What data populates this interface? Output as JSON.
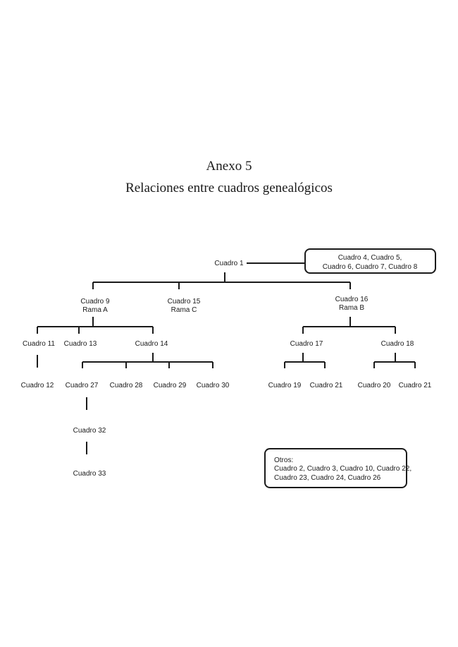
{
  "title": "Anexo 5",
  "subtitle": "Relaciones entre cuadros genealógicos",
  "nodes": {
    "c1": "Cuadro 1",
    "c9": [
      "Cuadro 9",
      "Rama A"
    ],
    "c15": [
      "Cuadro 15",
      "Rama C"
    ],
    "c16": [
      "Cuadro 16",
      "Rama B"
    ],
    "c11": "Cuadro 11",
    "c13": "Cuadro 13",
    "c14": "Cuadro 14",
    "c17": "Cuadro 17",
    "c18": "Cuadro 18",
    "c12": "Cuadro 12",
    "c27": "Cuadro 27",
    "c28": "Cuadro 28",
    "c29": "Cuadro 29",
    "c30": "Cuadro 30",
    "c19": "Cuadro 19",
    "c21a": "Cuadro 21",
    "c20": "Cuadro 20",
    "c21b": "Cuadro 21",
    "c32": "Cuadro 32",
    "c33": "Cuadro 33"
  },
  "related_box": [
    "Cuadro 4, Cuadro 5,",
    "Cuadro 6, Cuadro 7, Cuadro 8"
  ],
  "otros_box": [
    "Otros:",
    "Cuadro 2, Cuadro 3, Cuadro 10, Cuadro 22,",
    "Cuadro 23, Cuadro 24, Cuadro 26"
  ]
}
